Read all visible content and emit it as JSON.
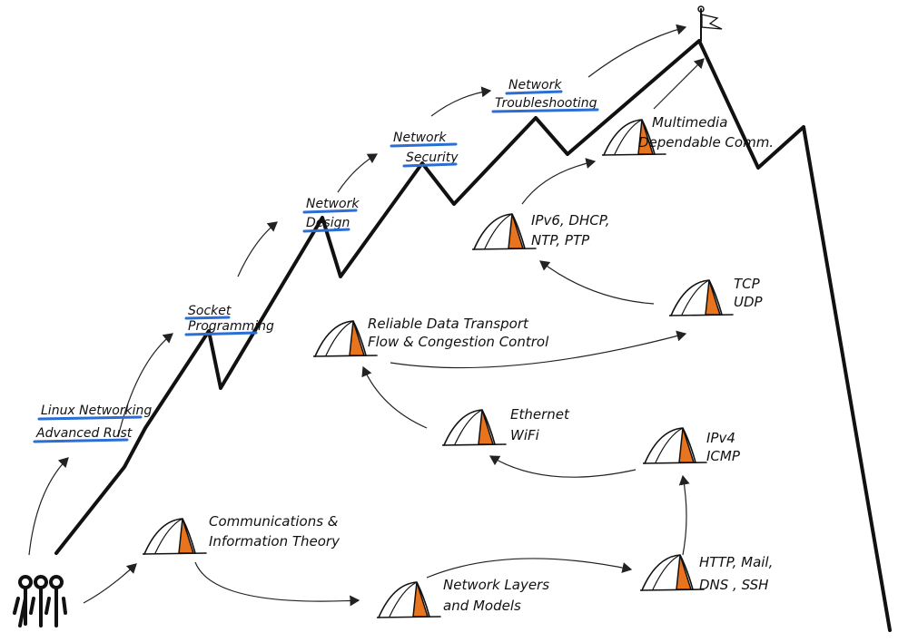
{
  "colors": {
    "tent_fill": "#e8741e",
    "underline": "#2a6fd6",
    "ink": "#111111"
  },
  "summit_path": [
    {
      "lines": [
        "Linux Networking",
        "Advanced Rust"
      ]
    },
    {
      "lines": [
        "Socket",
        "Programming"
      ]
    },
    {
      "lines": [
        "Network",
        "Design"
      ]
    },
    {
      "lines": [
        "Network",
        "Security"
      ]
    },
    {
      "lines": [
        "Network",
        "Troubleshooting"
      ]
    }
  ],
  "camps": [
    {
      "lines": [
        "Communications &",
        "Information Theory"
      ]
    },
    {
      "lines": [
        "Network Layers",
        "and Models"
      ]
    },
    {
      "lines": [
        "HTTP, Mail,",
        "DNS , SSH"
      ]
    },
    {
      "lines": [
        "IPv4",
        "ICMP"
      ]
    },
    {
      "lines": [
        "Ethernet",
        "WiFi"
      ]
    },
    {
      "lines": [
        "Reliable Data Transport",
        "Flow & Congestion Control"
      ]
    },
    {
      "lines": [
        "TCP",
        "UDP"
      ]
    },
    {
      "lines": [
        "IPv6, DHCP,",
        "NTP, PTP"
      ]
    },
    {
      "lines": [
        "Multimedia",
        "Dependable Comm."
      ]
    }
  ],
  "icons": [
    "people-icon",
    "tent-icon",
    "summit-flag-icon",
    "arrow-icon"
  ]
}
